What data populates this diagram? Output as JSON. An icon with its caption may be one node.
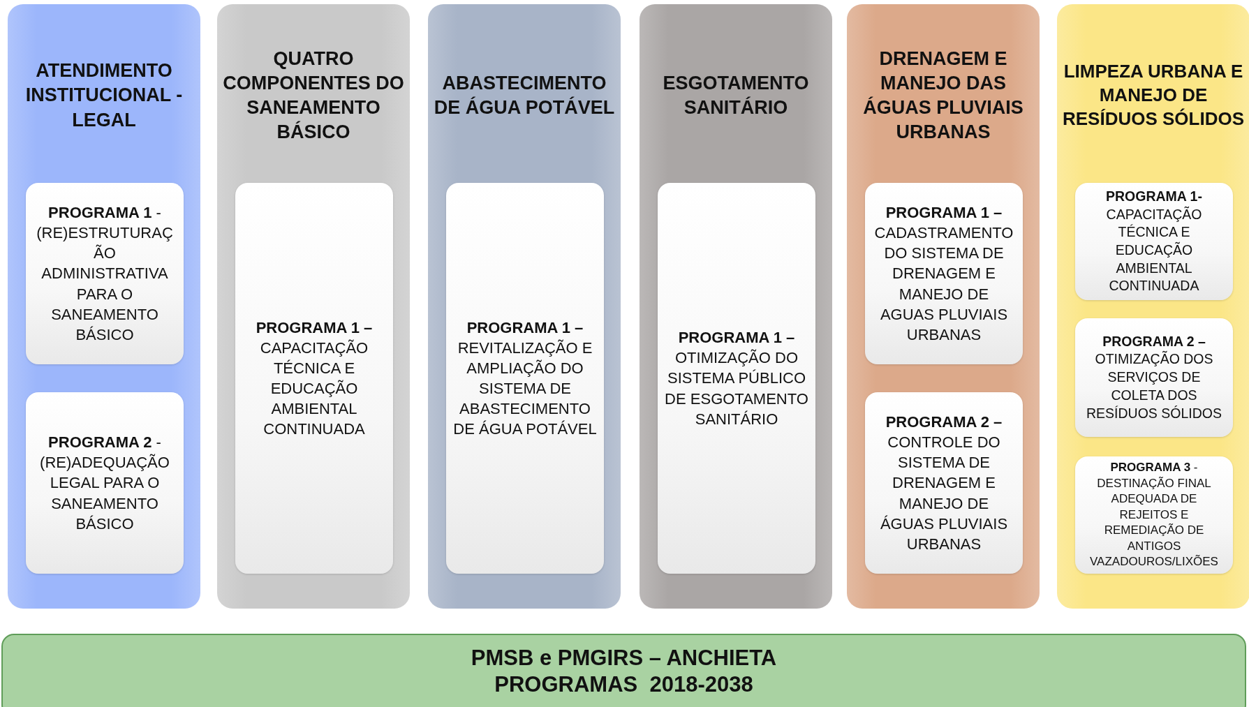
{
  "diagram": {
    "nodes": [
      {
        "text": [
          "ATENDIMENTO INSTITUCIONAL - LEGAL"
        ]
      },
      {
        "text": [
          "**PROGRAMA 1** - (RE)ESTRUTURAÇÃO ADMINISTRATIVA PARA O SANEAMENTO BÁSICO"
        ],
        "in": 0
      },
      {
        "text": [
          "**PROGRAMA 2** - (RE)ADEQUAÇÃO LEGAL PARA O SANEAMENTO BÁSICO"
        ],
        "in": 0
      },
      {
        "text": [
          "QUATRO COMPONENTES DO SANEAMENTO BÁSICO"
        ]
      },
      {
        "text": [
          "**PROGRAMA 1 –** CAPACITAÇÃO TÉCNICA E EDUCAÇÃO AMBIENTAL CONTINUADA"
        ],
        "in": 3
      },
      {
        "text": [
          "ABASTECIMENTO DE ÁGUA POTÁVEL"
        ]
      },
      {
        "text": [
          "**PROGRAMA 1 –** REVITALIZAÇÃO E AMPLIAÇÃO DO SISTEMA DE ABASTECIMENTO DE ÁGUA POTÁVEL"
        ],
        "in": 5
      },
      {
        "text": [
          "ESGOTAMENTO SANITÁRIO"
        ]
      },
      {
        "text": [
          "**PROGRAMA 1 –** OTIMIZAÇÃO DO SISTEMA PÚBLICO DE ESGOTAMENTO SANITÁRIO"
        ],
        "in": 7
      },
      {
        "text": [
          "DRENAGEM E MANEJO DAS ÁGUAS PLUVIAIS URBANAS"
        ]
      },
      {
        "text": [
          "**PROGRAMA 1 –** CADASTRAMENTO DO SISTEMA DE DRENAGEM E MANEJO DE AGUAS PLUVIAIS URBANAS"
        ],
        "in": 9
      },
      {
        "text": [
          "**PROGRAMA 2 –** CONTROLE DO SISTEMA DE DRENAGEM E MANEJO DE ÁGUAS PLUVIAIS URBANAS"
        ],
        "in": 9
      },
      {
        "text": [
          "LIMPEZA URBANA E MANEJO DE RESÍDUOS SÓLIDOS"
        ]
      },
      {
        "text": [
          "**PROGRAMA 1-** CAPACITAÇÃO TÉCNICA E EDUCAÇÃO AMBIENTAL CONTINUADA"
        ],
        "in": 12
      },
      {
        "text": [
          "**PROGRAMA 2 –** OTIMIZAÇÃO DOS SERVIÇOS DE COLETA DOS RESÍDUOS SÓLIDOS"
        ],
        "in": 12
      },
      {
        "text": [
          "**PROGRAMA 3** - DESTINAÇÃO FINAL ADEQUADA DE REJEITOS E REMEDIAÇÃO DE ANTIGOS VAZADOUROS/LIXÕES"
        ],
        "in": 12
      },
      {
        "text": [
          "PMSB e PMGIRS – ANCHIETA",
          "PROGRAMAS  2018-2038"
        ]
      }
    ],
    "edges": []
  }
}
